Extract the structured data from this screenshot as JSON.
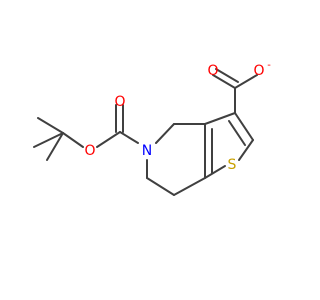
{
  "molecule": {
    "atoms": {
      "o_carbonyl_boc": "O",
      "o_ester_boc": "O",
      "n_ring": "N",
      "s_ring": "S",
      "o_carbonyl_acid": "O",
      "o_carboxylate": "O",
      "charge": "-"
    }
  },
  "colors": {
    "bond": "#404040",
    "oxygen": "#ff0000",
    "nitrogen": "#0000ff",
    "sulfur": "#c8a000"
  }
}
